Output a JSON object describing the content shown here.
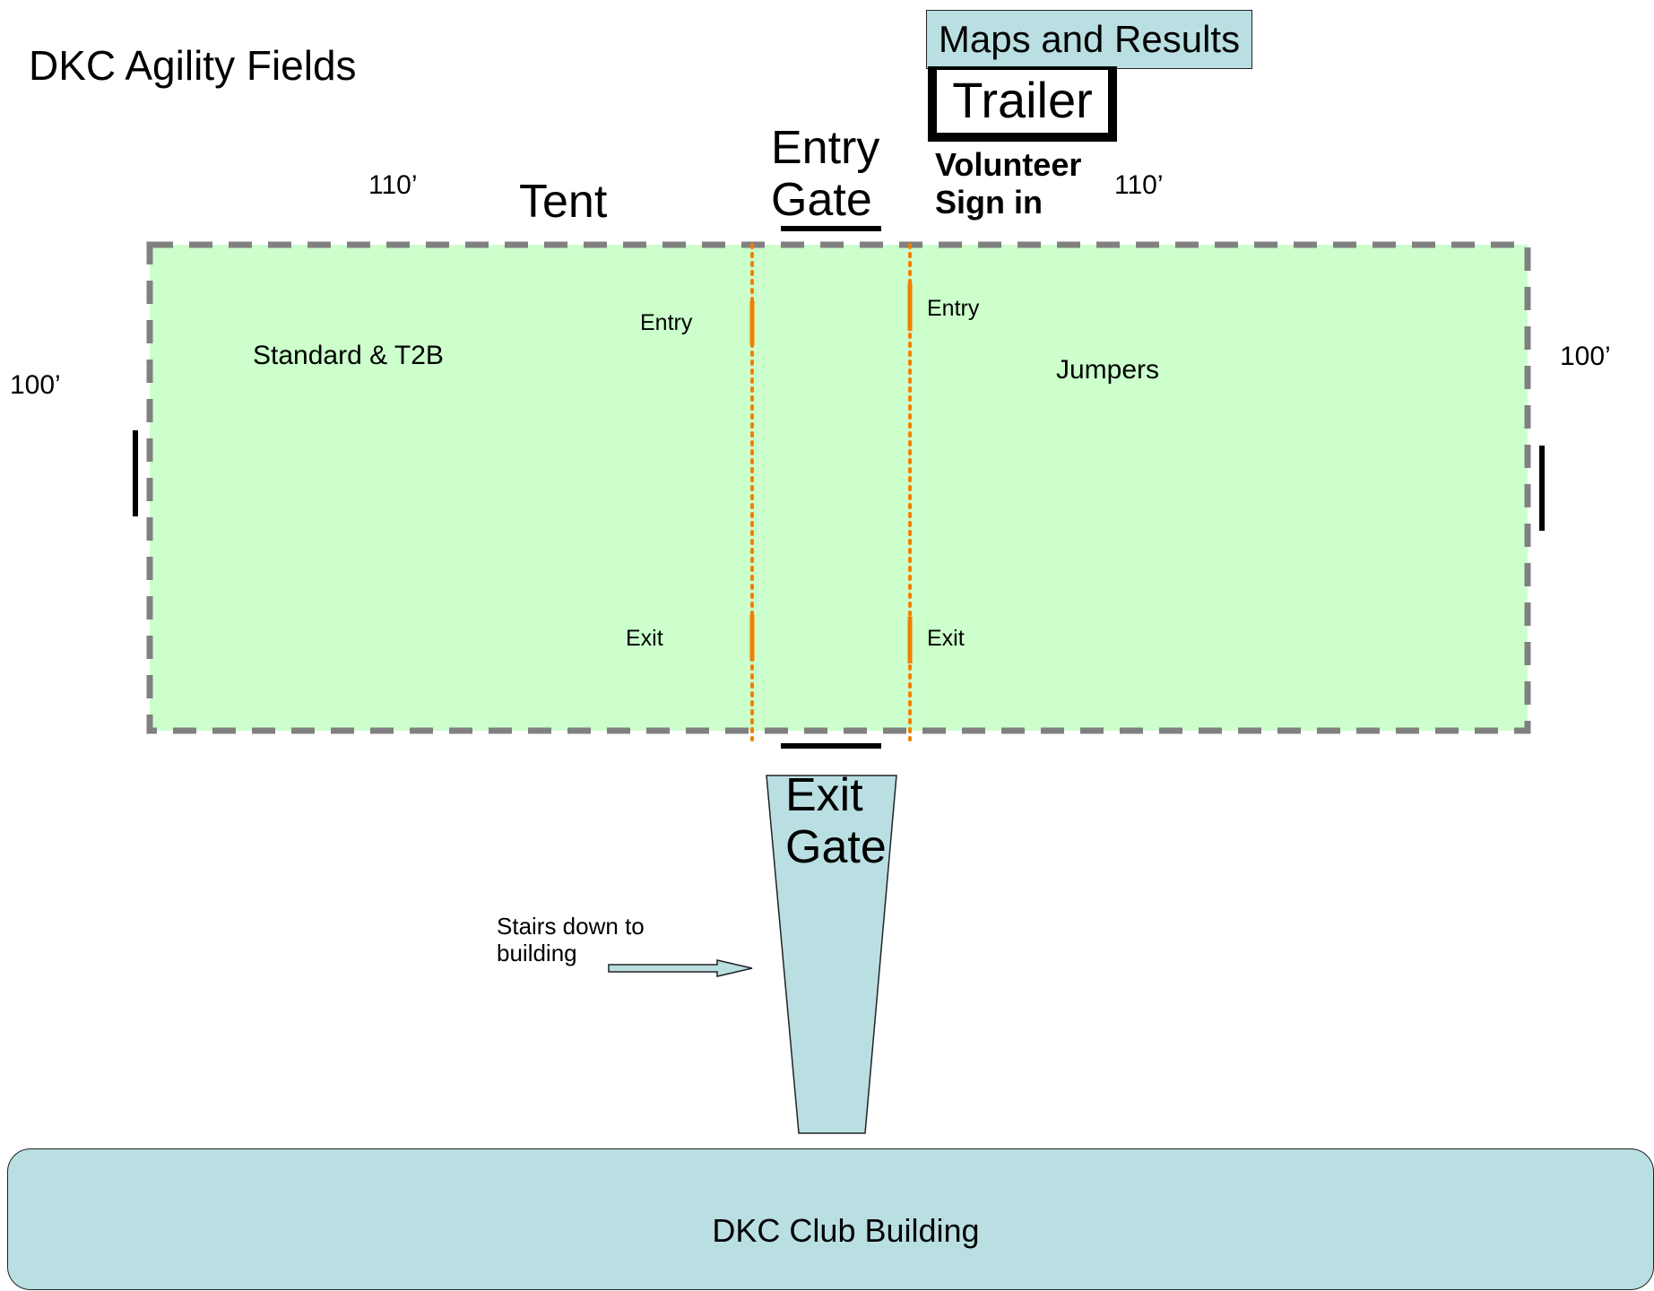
{
  "title": "DKC Agility Fields",
  "info": {
    "maps_results": "Maps and Results",
    "trailer": "Trailer",
    "volunteer": "Volunteer Sign in"
  },
  "gates": {
    "entry": "Entry Gate",
    "exit": "Exit Gate"
  },
  "tent": "Tent",
  "dimensions": {
    "top_left": "110’",
    "top_right": "110’",
    "left": "100’",
    "right": "100’"
  },
  "rings": [
    {
      "name": "Standard & T2B",
      "entry": "Entry",
      "exit": "Exit"
    },
    {
      "name": "Jumpers",
      "entry": "Entry",
      "exit": "Exit"
    }
  ],
  "stairs": "Stairs down to building",
  "building": "DKC Club Building",
  "colors": {
    "field": "#ccffcc",
    "fence": "#808080",
    "ring_divider": "#f08000",
    "building": "#b9dfe3"
  }
}
